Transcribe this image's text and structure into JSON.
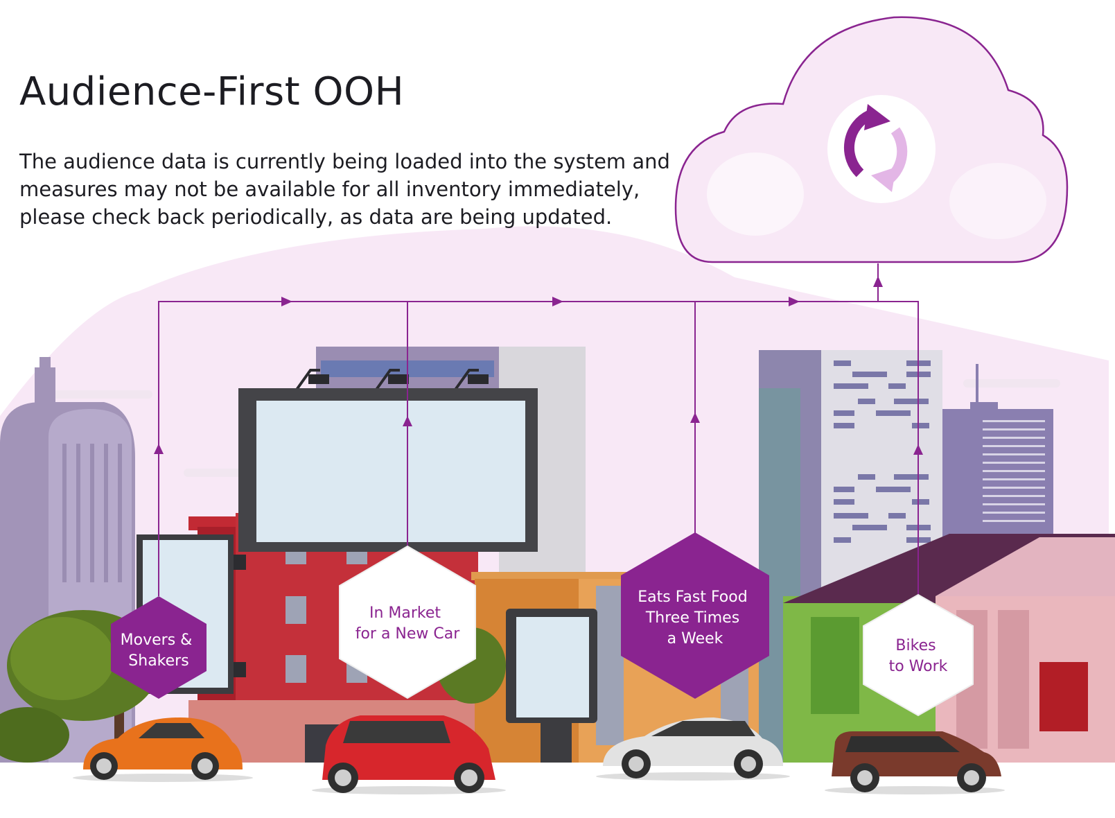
{
  "header": {
    "title": "Audience-First OOH",
    "notice": "The audience data is currently being loaded into the system and measures may not be available for all inventory immediately, please check back periodically, as data are being updated."
  },
  "cloud": {
    "icon": "sync-icon"
  },
  "segments": [
    {
      "id": "movers",
      "lines": [
        "Movers &",
        "Shakers"
      ],
      "style": "filled"
    },
    {
      "id": "in-market",
      "lines": [
        "In Market",
        "for a New Car"
      ],
      "style": "outline"
    },
    {
      "id": "fast-food",
      "lines": [
        "Eats Fast Food",
        "Three Times",
        "a Week"
      ],
      "style": "filled"
    },
    {
      "id": "bikes",
      "lines": [
        "Bikes",
        "to Work"
      ],
      "style": "outline"
    }
  ],
  "colors": {
    "accent": "#8a2490",
    "accent_light": "#e3b6e6",
    "background_tint": "#f8e8f6",
    "text": "#1c1c22"
  }
}
